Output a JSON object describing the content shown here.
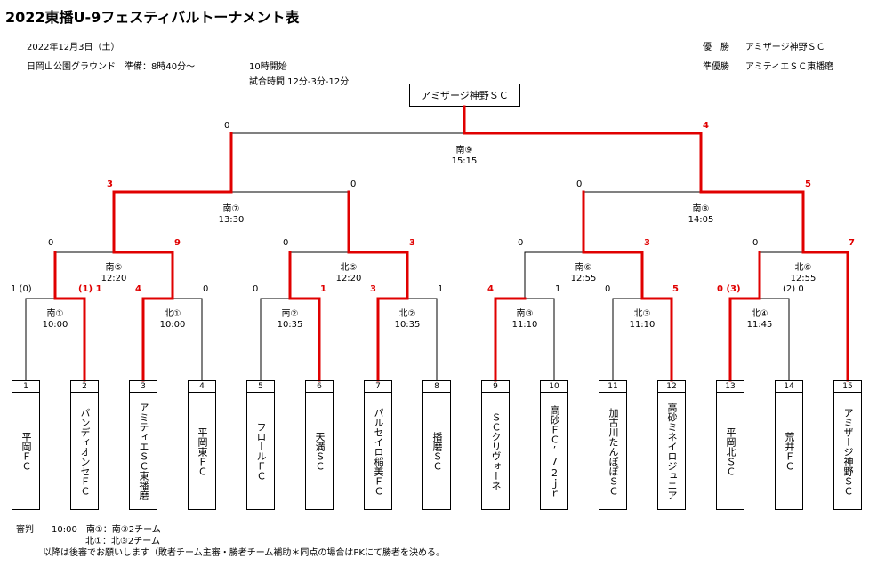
{
  "title": "2022東播U-9フェスティバルトーナメント表",
  "date": "2022年12月3日（土）",
  "venue": "日岡山公園グラウンド　準備：8時40分～",
  "start": "10時開始",
  "match_time": "試合時間 12分-3分-12分",
  "results": [
    {
      "label": "優　勝",
      "team": "アミザージ神野ＳＣ"
    },
    {
      "label": "準優勝",
      "team": "アミティエＳＣ東播磨"
    }
  ],
  "champion": "アミザージ神野ＳＣ",
  "teams": [
    {
      "no": "1",
      "name": "平岡ＦＣ"
    },
    {
      "no": "2",
      "name": "バンディオンセＦＣ"
    },
    {
      "no": "3",
      "name": "アミティエＳＣ東播磨"
    },
    {
      "no": "4",
      "name": "平岡東ＦＣ"
    },
    {
      "no": "5",
      "name": "フロールＦＣ"
    },
    {
      "no": "6",
      "name": "天満ＳＣ"
    },
    {
      "no": "7",
      "name": "パルセイロ稲美ＦＣ"
    },
    {
      "no": "8",
      "name": "播磨ＳＣ"
    },
    {
      "no": "9",
      "name": "ＳＣクリヴォーネ"
    },
    {
      "no": "10",
      "name": "高砂ＦＣ’72ｊｒ"
    },
    {
      "no": "11",
      "name": "加古川たんぽぽＳＣ"
    },
    {
      "no": "12",
      "name": "高砂ミネイロジュニア"
    },
    {
      "no": "13",
      "name": "平岡北ＳＣ"
    },
    {
      "no": "14",
      "name": "荒井ＦＣ"
    },
    {
      "no": "15",
      "name": "アミザージ神野ＳＣ"
    }
  ],
  "matches": [
    {
      "name": "南①",
      "time": "10:00"
    },
    {
      "name": "北①",
      "time": "10:00"
    },
    {
      "name": "南②",
      "time": "10:35"
    },
    {
      "name": "北②",
      "time": "10:35"
    },
    {
      "name": "南③",
      "time": "11:10"
    },
    {
      "name": "北③",
      "time": "11:10"
    },
    {
      "name": "北④",
      "time": "11:45"
    },
    {
      "name": "南⑤",
      "time": "12:20"
    },
    {
      "name": "北⑤",
      "time": "12:20"
    },
    {
      "name": "南⑥",
      "time": "12:55"
    },
    {
      "name": "北⑥",
      "time": "12:55"
    },
    {
      "name": "南⑦",
      "time": "13:30"
    },
    {
      "name": "南⑧",
      "time": "14:05"
    },
    {
      "name": "南⑨",
      "time": "15:15"
    }
  ],
  "scores": [
    {
      "text": "1 (0)",
      "win": false
    },
    {
      "text": "(1) 1",
      "win": true
    },
    {
      "text": "4",
      "win": true
    },
    {
      "text": "0",
      "win": false
    },
    {
      "text": "0",
      "win": false
    },
    {
      "text": "1",
      "win": true
    },
    {
      "text": "3",
      "win": true
    },
    {
      "text": "1",
      "win": false
    },
    {
      "text": "4",
      "win": true
    },
    {
      "text": "1",
      "win": false
    },
    {
      "text": "0",
      "win": false
    },
    {
      "text": "5",
      "win": true
    },
    {
      "text": "0 (3)",
      "win": true
    },
    {
      "text": "(2) 0",
      "win": false
    },
    {
      "text": "0",
      "win": false
    },
    {
      "text": "9",
      "win": true
    },
    {
      "text": "0",
      "win": false
    },
    {
      "text": "3",
      "win": true
    },
    {
      "text": "0",
      "win": false
    },
    {
      "text": "3",
      "win": true
    },
    {
      "text": "0",
      "win": false
    },
    {
      "text": "7",
      "win": true
    },
    {
      "text": "3",
      "win": true
    },
    {
      "text": "0",
      "win": false
    },
    {
      "text": "0",
      "win": false
    },
    {
      "text": "5",
      "win": true
    },
    {
      "text": "0",
      "win": false
    },
    {
      "text": "4",
      "win": true
    }
  ],
  "footer": {
    "label": "審判",
    "line1": "10:00　南①：南③2チーム",
    "line2": "北①：北③2チーム",
    "line3": "以降は後審でお願いします（敗者チーム主審・勝者チーム補助＊同点の場合はPKにて勝者を決める。"
  },
  "colors": {
    "win_line": "#e00000",
    "line": "#000000"
  }
}
